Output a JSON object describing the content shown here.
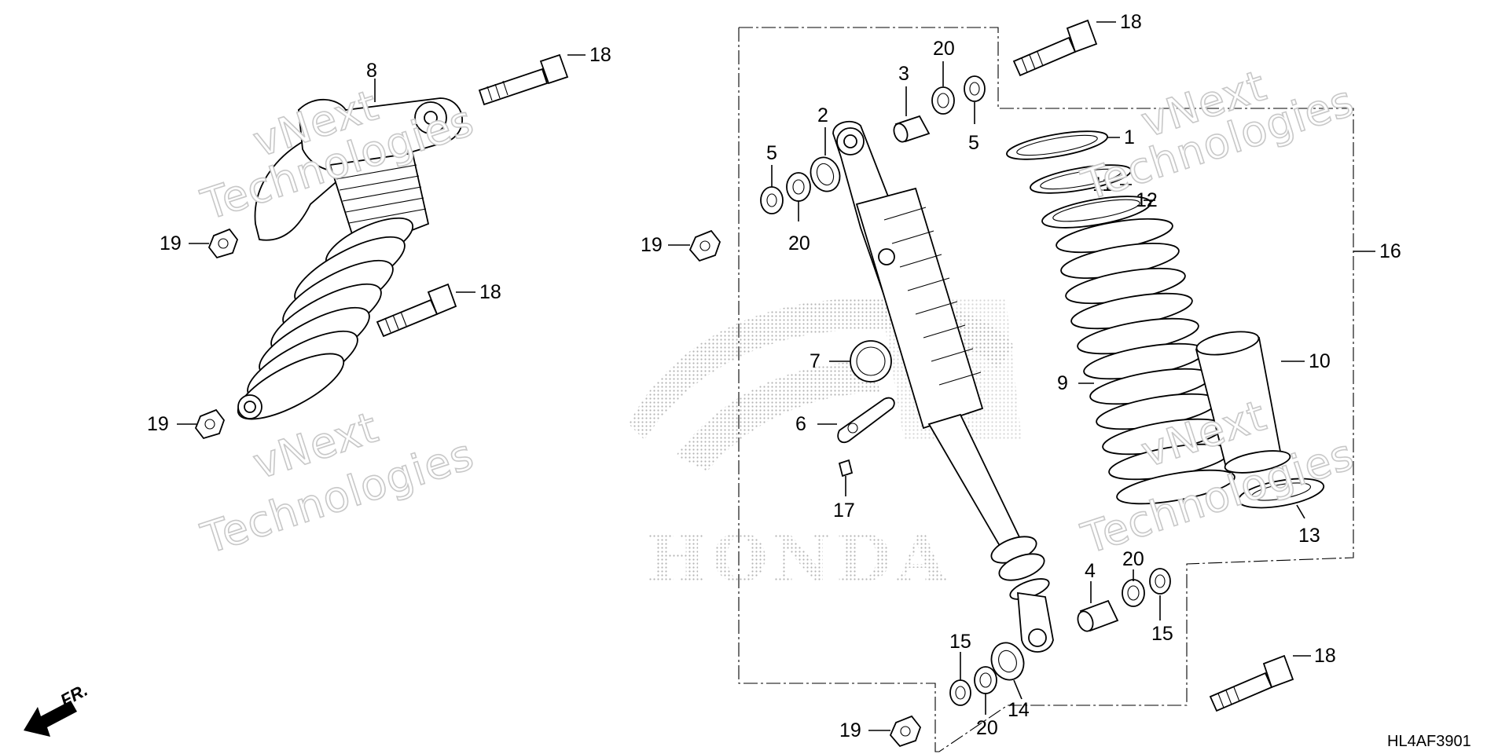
{
  "diagram": {
    "code": "HL4AF3901",
    "direction_label": "FR.",
    "watermark": [
      "vNext",
      "Technologies"
    ],
    "logo_text": "HONDA"
  },
  "callouts": {
    "c1": "1",
    "c2": "2",
    "c3": "3",
    "c4": "4",
    "c5a": "5",
    "c5b": "5",
    "c6": "6",
    "c7": "7",
    "c8": "8",
    "c9": "9",
    "c10": "10",
    "c11": "11",
    "c12": "12",
    "c13": "13",
    "c14": "14",
    "c15a": "15",
    "c15b": "15",
    "c16": "16",
    "c17": "17",
    "c18a": "18",
    "c18b": "18",
    "c18c": "18",
    "c18d": "18",
    "c19a": "19",
    "c19b": "19",
    "c19c": "19",
    "c19d": "19",
    "c20a": "20",
    "c20b": "20",
    "c20c": "20",
    "c20d": "20"
  },
  "colors": {
    "line": "#000000",
    "watermark": "#c8c8c8",
    "logo": "#b4b4b4"
  }
}
